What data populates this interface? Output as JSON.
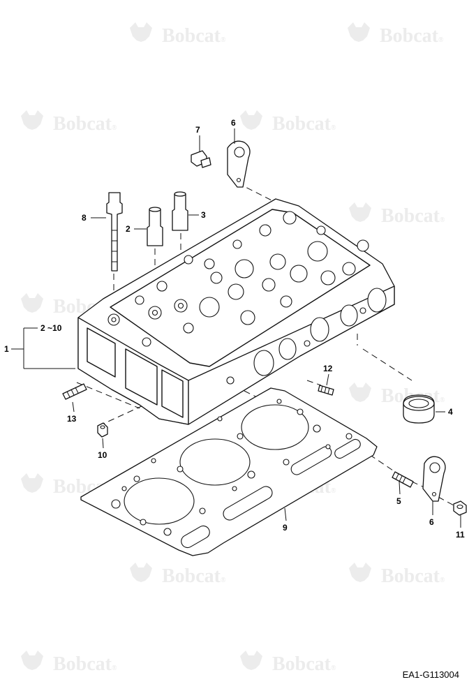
{
  "watermark": {
    "brand": "Bobcat",
    "mark": "®",
    "logo_icon": "bobcat-head-logo"
  },
  "callouts": {
    "p1": "1",
    "p2_10": "2 ~10",
    "p2": "2",
    "p3": "3",
    "p4": "4",
    "p5": "5",
    "p6_top": "6",
    "p6_bottom": "6",
    "p7": "7",
    "p8": "8",
    "p9": "9",
    "p10": "10",
    "p11": "11",
    "p12": "12",
    "p13": "13"
  },
  "drawing_code": "EA1-G113004",
  "colors": {
    "line": "#111111",
    "watermark": "#ececec",
    "background": "#ffffff"
  }
}
